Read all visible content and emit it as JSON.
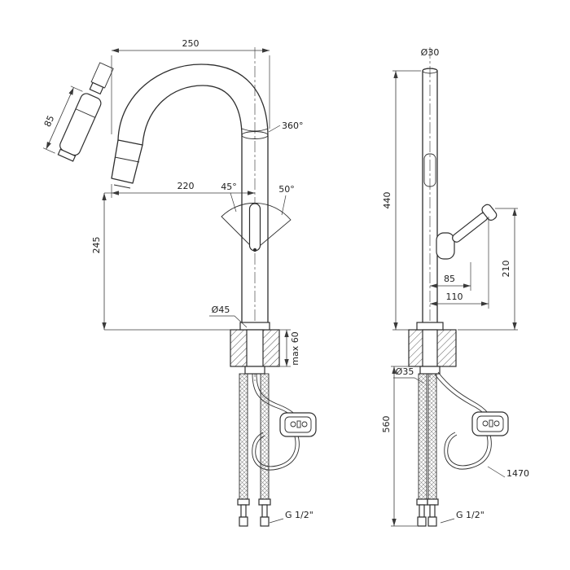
{
  "meta": {
    "bg_color": "#ffffff",
    "line_color": "#2e2e2e",
    "drawing_subject": "kitchen-faucet-dimensional-drawing"
  },
  "front_view": {
    "dims": {
      "reach_top": "250",
      "swivel": "360°",
      "spray_head_length": "85",
      "spout_reach": "220",
      "angle_left": "45°",
      "angle_right": "50°",
      "spout_height": "245",
      "base_dia": "Ø45",
      "deck_thickness": "max 60",
      "thread": "G 1/2\""
    }
  },
  "side_view": {
    "dims": {
      "top_dia": "Ø30",
      "height": "440",
      "handle_height": "210",
      "handle_offset": "85",
      "handle_reach": "110",
      "shank_dia": "Ø35",
      "under_counter": "560",
      "hose_length": "1470",
      "thread": "G 1/2\""
    }
  }
}
